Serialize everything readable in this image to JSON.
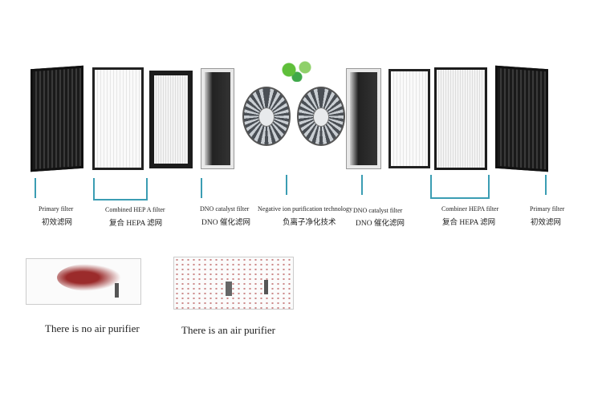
{
  "labels": [
    {
      "en": "Primary filter",
      "cn": "初效滤网"
    },
    {
      "en": "Combined HEP A filter",
      "cn": "复合 HEPA 滤网"
    },
    {
      "en": "DNO catalyst filter",
      "cn": "DNO 催化滤网"
    },
    {
      "en": "Negative ion purification technology",
      "cn": "负离子净化技术"
    },
    {
      "en": "DNO catalyst filter",
      "cn": "DNO 催化滤网"
    },
    {
      "en": "Combiner HEPA filter",
      "cn": "复合 HEPA 滤网"
    },
    {
      "en": "Primary filter",
      "cn": "初效滤网"
    }
  ],
  "comparison": {
    "no_purifier": "There is no air purifier",
    "with_purifier": "There is an air purifier"
  },
  "colors": {
    "accent_line": "#3b9db3"
  }
}
